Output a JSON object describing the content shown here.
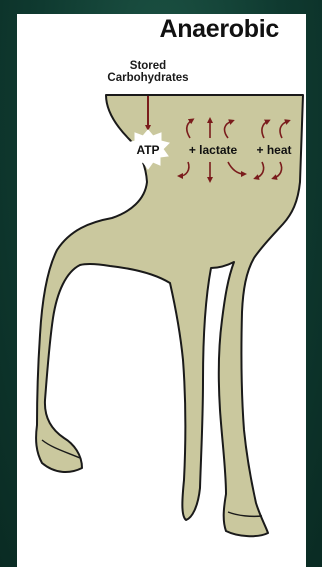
{
  "title": "Anaerobic",
  "input": {
    "line1": "Stored",
    "line2": "Carbohydrates"
  },
  "equation": {
    "product1": "ATP",
    "product2": "+ lactate",
    "product3": "+ heat"
  },
  "colors": {
    "background": "#103a30",
    "panel": "#ffffff",
    "leg_fill": "#cac89e",
    "outline": "#1a1a1a",
    "arrow": "#7a1c1c"
  }
}
